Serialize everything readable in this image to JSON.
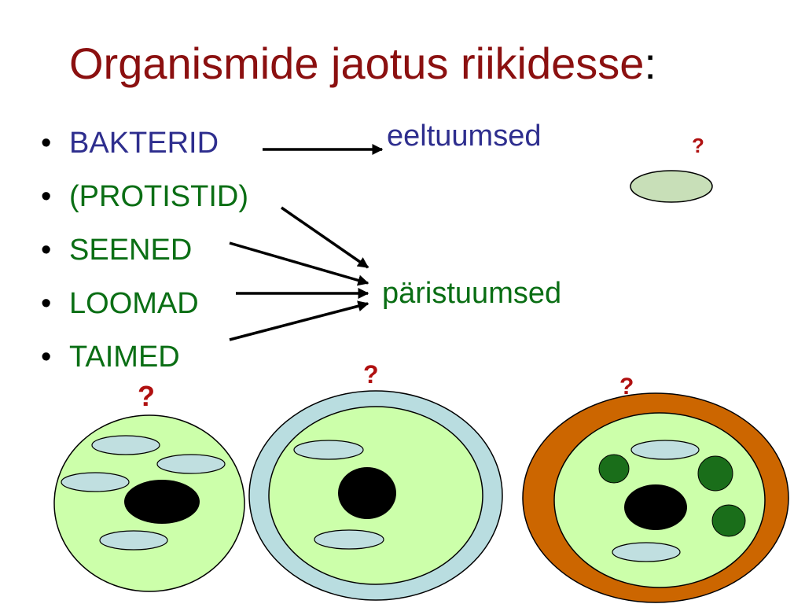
{
  "slide": {
    "title": "Organismide jaotus riikidesse",
    "title_suffix": ":"
  },
  "bullets": [
    {
      "marker": "•",
      "text": "BAKTERID",
      "color": "#2e2e8e"
    },
    {
      "marker": "•",
      "text": "(PROTISTID)",
      "color": "#0a6e14"
    },
    {
      "marker": "•",
      "text": "SEENED",
      "color": "#0a6e14"
    },
    {
      "marker": "•",
      "text": "LOOMAD",
      "color": "#0a6e14"
    },
    {
      "marker": "•",
      "text": "TAIMED",
      "color": "#0a6e14"
    }
  ],
  "groups": {
    "prokaryotes": "eeltuumsed",
    "eukaryotes": "päristuumsed"
  },
  "question_marks": {
    "small_cell": "?",
    "cell_left": "?",
    "cell_middle": "?",
    "cell_right": "?"
  },
  "colors": {
    "title": "#8b1010",
    "bacteria_text": "#2e2e8e",
    "eukaryote_text": "#0a6e14",
    "question_mark": "#b01010",
    "cytoplasm": "#ccffaa",
    "small_cell_fill": "#c8dfb8",
    "vacuole": "#c0dfe0",
    "nucleus": "#000000",
    "chloroplast": "#1a6e1a",
    "cell_wall_animal_outer": "#b9dde0",
    "cell_wall_plant": "#cc6600"
  }
}
